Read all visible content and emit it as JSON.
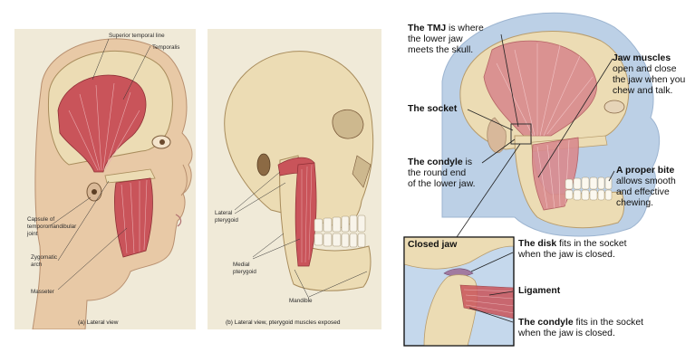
{
  "panel_a": {
    "labels": {
      "superior_temporal_line": "Superior temporal line",
      "temporalis": "Temporalis",
      "capsule_line1": "Capsule of",
      "capsule_line2": "temporomandibular",
      "capsule_line3": "joint",
      "zygomatic_line1": "Zygomatic",
      "zygomatic_line2": "arch",
      "masseter": "Masseter"
    },
    "caption": "(a) Lateral view"
  },
  "panel_b": {
    "labels": {
      "lateral_line1": "Lateral",
      "lateral_line2": "pterygoid",
      "medial_line1": "Medial",
      "medial_line2": "pterygoid",
      "mandible": "Mandible"
    },
    "caption": "(b) Lateral view, pterygoid muscles exposed"
  },
  "panel_c": {
    "tmj": {
      "bold": "The TMJ",
      "rest1": " is where",
      "line2": "the lower jaw",
      "line3": "meets the skull."
    },
    "socket": {
      "bold": "The socket"
    },
    "condyle": {
      "bold": "The condyle",
      "rest1": " is",
      "line2": "the round end",
      "line3": "of the lower jaw."
    },
    "jaw_muscles": {
      "bold": "Jaw muscles",
      "line2": "open and close",
      "line3": "the jaw when you",
      "line4": "chew and talk."
    },
    "bite": {
      "bold": "A proper bite",
      "line2": "allows smooth",
      "line3": "and effective",
      "line4": "chewing."
    },
    "inset_title": "Closed jaw",
    "disk": {
      "bold": "The disk",
      "rest1": " fits in the socket",
      "line2": "when the jaw is closed."
    },
    "ligament": {
      "bold": "Ligament"
    },
    "condyle2": {
      "bold": "The condyle",
      "rest1": " fits in the socket",
      "line2": "when the jaw is closed."
    }
  },
  "colors": {
    "muscle": "#c9545a",
    "bone": "#ecdcb4",
    "skin": "#bcd0e6",
    "panel_bg": "#f0ead8"
  }
}
